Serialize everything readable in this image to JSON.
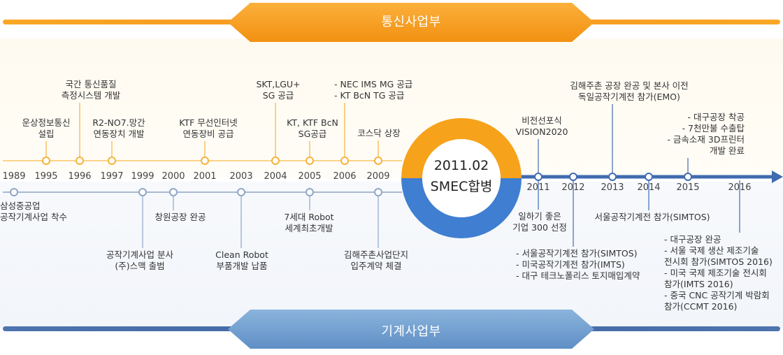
{
  "top_division": "통신사업부",
  "bottom_division": "기계사업부",
  "merge": {
    "date": "2011.02",
    "label": "SMEC합병"
  },
  "years_left": [
    "1989",
    "1995",
    "1996",
    "1997",
    "1999",
    "2000",
    "2001",
    "2003",
    "2004",
    "2005",
    "2006",
    "2009"
  ],
  "years_right": [
    "2011",
    "2012",
    "2013",
    "2014",
    "2015",
    "2016"
  ],
  "telecom_events": [
    {
      "lines": [
        "운상정보통신",
        "설립"
      ]
    },
    {
      "lines": [
        "국간 통신품질",
        "측정시스템 개발"
      ]
    },
    {
      "lines": [
        "R2-NO7.망간",
        "연동장치 개발"
      ]
    },
    {
      "lines": [
        "KTF 무선인터넷",
        "연동장비 공급"
      ]
    },
    {
      "lines": [
        "SKT,LGU+",
        "SG 공급"
      ]
    },
    {
      "lines": [
        "KT, KTF BcN",
        "SG공급"
      ]
    },
    {
      "lines": [
        "- NEC IMS MG 공급",
        "- KT BcN TG 공급"
      ]
    },
    {
      "lines": [
        "코스닥 상장"
      ]
    }
  ],
  "machine_events": [
    {
      "lines": [
        "삼성중공업",
        "공작기계사업 착수"
      ]
    },
    {
      "lines": [
        "공작기계사업 분사",
        "(주)스맥 출범"
      ]
    },
    {
      "lines": [
        "창원공장 완공"
      ]
    },
    {
      "lines": [
        "Clean Robot",
        "부품개발 납품"
      ]
    },
    {
      "lines": [
        "7세대 Robot",
        "세계최초개발"
      ]
    },
    {
      "lines": [
        "김해주촌사업단지",
        "입주계약 체결"
      ]
    }
  ],
  "after_merge_events": [
    {
      "lines": [
        "비전선포식",
        "VISION2020"
      ]
    },
    {
      "lines": [
        "일하기 좋은",
        "기업 300 선정"
      ]
    },
    {
      "lines": [
        "- 서울공작기계전 참가(SIMTOS)",
        "- 미국공작기계전 참가(IMTS)",
        "- 대구 테크노폴리스 토지매입계약"
      ]
    },
    {
      "lines": [
        "김해주촌 공장 완공 및 본사 이전",
        "독일공작기계전 참가(EMO)"
      ]
    },
    {
      "lines": [
        "서울공작기계전 참가(SIMTOS)"
      ]
    },
    {
      "lines": [
        "- 대구공장 착공",
        "- 7천만불 수출탑",
        "- 금속소재 3D프린터",
        "개발 완료"
      ]
    },
    {
      "lines": [
        "- 대구공장 완공",
        "- 서울 국제 생산 제조기술",
        "전시회 참가(SIMTOS 2016)",
        "- 미국 국제 제조기술 전시회",
        "참가(IMTS 2016)",
        "- 중국 CNC 공작기계 박람회",
        "참가(CCMT 2016)"
      ]
    }
  ],
  "colors": {
    "orange": "#f7a21b",
    "blue": "#3f6bb0",
    "grey_line": "#9aaec8"
  }
}
